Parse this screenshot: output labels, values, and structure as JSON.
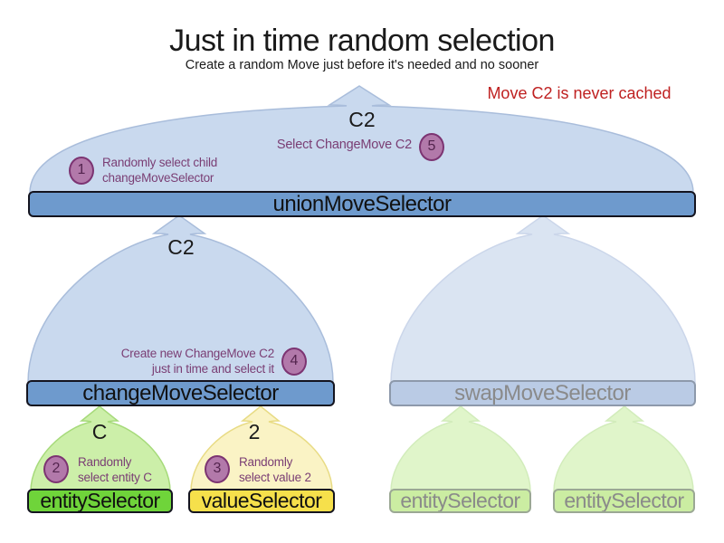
{
  "title": "Just in time random selection",
  "subtitle": "Create a random Move just before it's needed and no sooner",
  "note": "Move C2 is never cached",
  "selectors": {
    "union": {
      "label": "unionMoveSelector"
    },
    "change": {
      "label": "changeMoveSelector"
    },
    "swap": {
      "label": "swapMoveSelector"
    },
    "entity": {
      "label": "entitySelector"
    },
    "value": {
      "label": "valueSelector"
    },
    "entity_faded_1": {
      "label": "entitySelector"
    },
    "entity_faded_2": {
      "label": "entitySelector"
    }
  },
  "arrows": {
    "union": {
      "move": "C2"
    },
    "change": {
      "move": "C2"
    },
    "entity": {
      "item": "C"
    },
    "value": {
      "item": "2"
    }
  },
  "steps": {
    "s1": {
      "num": "1",
      "line1": "Randomly select child",
      "line2": "changeMoveSelector"
    },
    "s2": {
      "num": "2",
      "line1": "Randomly",
      "line2": "select entity C"
    },
    "s3": {
      "num": "3",
      "line1": "Randomly",
      "line2": "select value 2"
    },
    "s4": {
      "num": "4",
      "line1": "Create new ChangeMove C2",
      "line2": "just in time and select it"
    },
    "s5": {
      "num": "5",
      "text": "Select ChangeMove C2"
    }
  },
  "colors": {
    "note_red": "#BF2121",
    "selector_blue": "#6E9ACD",
    "selector_blue_faded": "#BACBE5",
    "arrow_blue": "#C9D9EE",
    "arrow_blue_faded": "#DAE4F2",
    "selector_green": "#6FD43A",
    "arrow_green": "#CCEFA9",
    "selector_yellow": "#F6E04B",
    "arrow_yellow": "#FAF3C5",
    "selector_green_faded": "#CBEDA2",
    "arrow_green_faded": "#E0F5CA",
    "step_circle": "#B279AA",
    "step_circle_border": "#7C3472",
    "step_text": "#7A3E74",
    "faded_text": "#8A8A8A"
  }
}
